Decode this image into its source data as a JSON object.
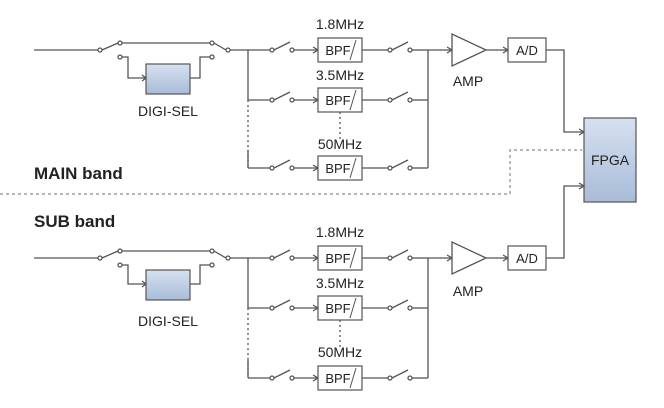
{
  "colors": {
    "line": "#555555",
    "box_fill": "#ffffff",
    "module_fill": "#b8c8e0",
    "module_stroke": "#555555",
    "divider": "#8a8a8a",
    "text": "#222222"
  },
  "sections": {
    "main": "MAIN band",
    "sub": "SUB band"
  },
  "main_path": {
    "preselector": "DIGI-SEL",
    "filters": [
      {
        "freq": "1.8MHz",
        "label": "BPF"
      },
      {
        "freq": "3.5MHz",
        "label": "BPF"
      },
      {
        "freq": "50MHz",
        "label": "BPF"
      }
    ],
    "amp": "AMP",
    "adc": "A/D"
  },
  "sub_path": {
    "preselector": "DIGI-SEL",
    "filters": [
      {
        "freq": "1.8MHz",
        "label": "BPF"
      },
      {
        "freq": "3.5MHz",
        "label": "BPF"
      },
      {
        "freq": "50MHz",
        "label": "BPF"
      }
    ],
    "amp": "AMP",
    "adc": "A/D"
  },
  "processor": "FPGA"
}
